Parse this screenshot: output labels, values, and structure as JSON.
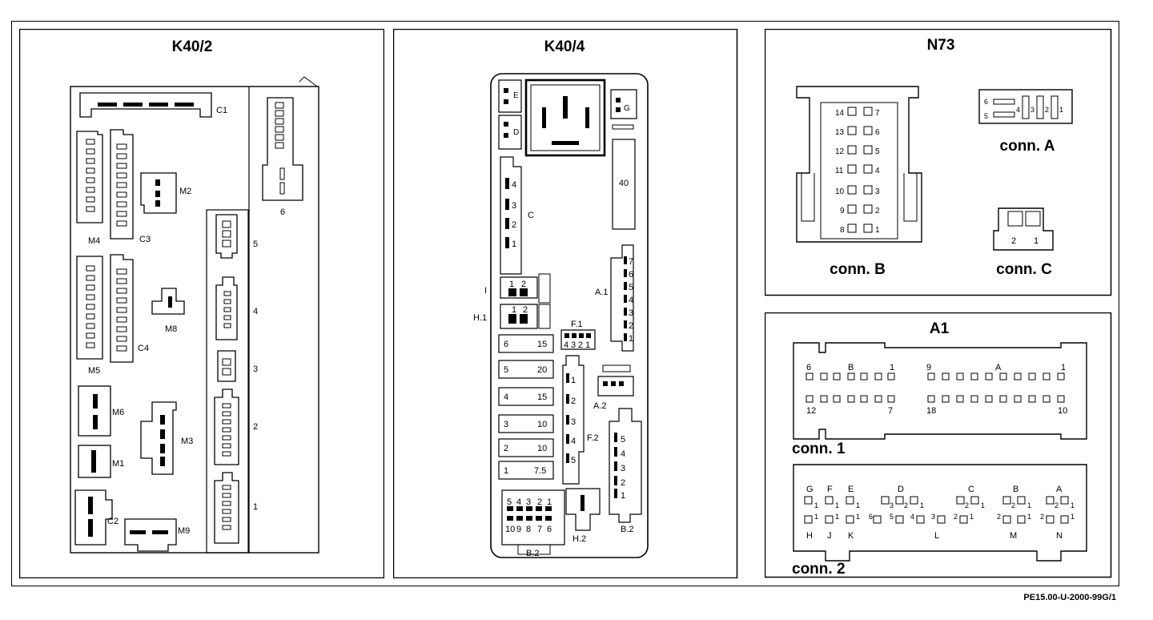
{
  "panels": {
    "k40_2": {
      "title": "K40/2",
      "labels": {
        "c1": "C1",
        "m2": "M2",
        "m4": "M4",
        "c3": "C3",
        "m8": "M8",
        "m5": "M5",
        "c4": "C4",
        "m6": "M6",
        "m3": "M3",
        "m1": "M1",
        "c2": "C2",
        "m9": "M9",
        "r6": "6",
        "r5": "5",
        "r4": "4",
        "r3": "3",
        "r2": "2",
        "r1": "1"
      }
    },
    "k40_4": {
      "title": "K40/4",
      "labels": {
        "e": "E",
        "d": "D",
        "g": "G",
        "c": "C",
        "i": "I",
        "h1": "H.1",
        "a1": "A.1",
        "f1": "F.1",
        "a2": "A.2",
        "f2": "F.2",
        "b2a": "B.2",
        "b2b": "B.2",
        "h2": "H.2",
        "relay40": "40"
      },
      "fuses": [
        {
          "left": "6",
          "right": "15"
        },
        {
          "left": "5",
          "right": "20"
        },
        {
          "left": "4",
          "right": "15"
        },
        {
          "left": "3",
          "right": "10"
        },
        {
          "left": "2",
          "right": "10"
        },
        {
          "left": "1",
          "right": "7.5"
        }
      ]
    },
    "n73": {
      "title": "N73",
      "conn_a": "conn. A",
      "conn_b": "conn. B",
      "conn_c": "conn. C"
    },
    "a1": {
      "title": "A1",
      "conn_1": "conn. 1",
      "conn_2": "conn. 2"
    }
  },
  "reference": "PE15.00-U-2000-99G/1"
}
